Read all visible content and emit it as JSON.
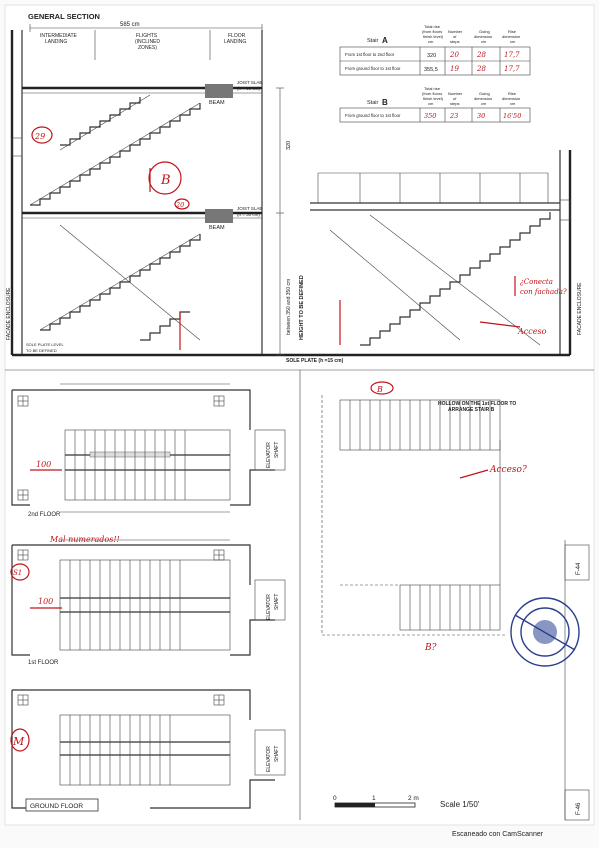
{
  "section": {
    "title": "GENERAL SECTION",
    "width_dim": "585  cm",
    "intermediate_landing": [
      "INTERMEDIATE",
      "LANDING"
    ],
    "flights": [
      "FLIGHTS",
      "(INCLINED",
      "ZONES)"
    ],
    "floor_landing": [
      "FLOOR",
      "LANDING"
    ],
    "joist_slab": [
      "JOIST SLAB",
      "(h = 30 cm)"
    ],
    "beam": "BEAM",
    "height_320": "320",
    "height_between": "between  350  and  350  cm",
    "height_defined": "HEIGHT TO BE DEFINED",
    "sole_plate": "SOLE PLATE  (h =15 cm)",
    "sole_plate_level": [
      "SOLE PLATE LEVEL",
      "TO BE DEFINED"
    ],
    "facade_left": "FACADE ENCLOSURE",
    "facade_right": "FACADE ENCLOSURE"
  },
  "table_a": {
    "title_prefix": "Stair",
    "title_letter": "A",
    "headers": [
      [
        "Total rise",
        "(from floors",
        "finish level)",
        "cm"
      ],
      [
        "Number",
        "of",
        "steps"
      ],
      [
        "Going",
        "dimension",
        "cm"
      ],
      [
        "Rise",
        "dimension",
        "cm"
      ]
    ],
    "rows": [
      {
        "label": "From 1st floor to 2nd floor",
        "total": "320",
        "steps": "20",
        "going": "28",
        "rise": "17,7"
      },
      {
        "label": "From ground floor to 1st floor",
        "total": "355,5",
        "steps": "19",
        "going": "28",
        "rise": "17,7"
      }
    ]
  },
  "table_b": {
    "title_prefix": "Stair",
    "title_letter": "B",
    "headers": [
      [
        "Total rise",
        "(from floors",
        "finish level)",
        "cm"
      ],
      [
        "Number",
        "of",
        "steps"
      ],
      [
        "Going",
        "dimension",
        "cm"
      ],
      [
        "Rise",
        "dimension",
        "cm"
      ]
    ],
    "rows": [
      {
        "label": "From ground floor to 1st floor",
        "total": "350",
        "steps": "23",
        "going": "30",
        "rise": "16'50"
      }
    ]
  },
  "plans": {
    "second_floor": "2nd FLOOR",
    "first_floor": "1st FLOOR",
    "ground_floor": "GROUND FLOOR",
    "elevator_shaft": [
      "ELEVATOR",
      "SHAFT"
    ],
    "hollow_note": [
      "HOLLOW ON THE 1st FLOOR TO",
      "ARRANGE STAIR  B"
    ]
  },
  "scale": {
    "ticks": [
      "0",
      "1",
      "2 m"
    ],
    "label": "Scale 1/50'"
  },
  "annotations": {
    "a29": "29",
    "circle_b": "B",
    "a20": "20",
    "comunicar": [
      "¿Conecta",
      "con fachada?"
    ],
    "acceso_top": "Acceso",
    "a100_2nd": "100",
    "mal_numerados": "Mal numerados!!",
    "s1": "S1",
    "a100_1st": "100",
    "circle_m": "M",
    "acceso_right": "Acceso?",
    "b_label": "B",
    "b_label_low": "B?",
    "margin_top": "F-44",
    "margin_bottom": "F-46"
  },
  "footer": {
    "scanned": "Escaneado con CamScanner"
  }
}
